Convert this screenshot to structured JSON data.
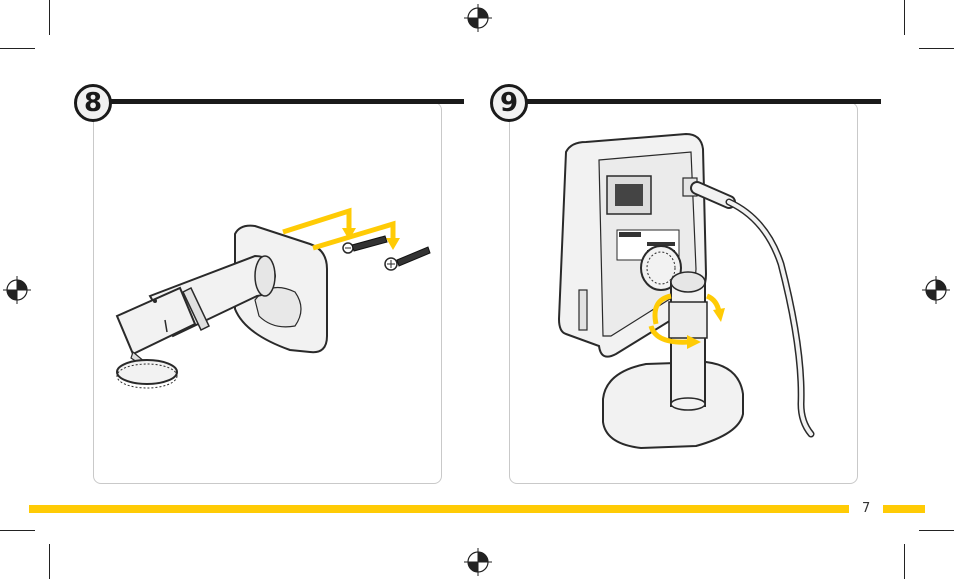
{
  "steps": [
    {
      "number": "8",
      "illustration": "wall-mount-screw-installation"
    },
    {
      "number": "9",
      "illustration": "camera-attach-to-mount"
    }
  ],
  "footer": {
    "page_number": "7"
  },
  "colors": {
    "accent": "#ffcb05",
    "rule": "#1a1a1a",
    "panel_border": "#c9c9c9",
    "illustration_fill": "#f2f2f2",
    "illustration_stroke": "#2a2a2a"
  },
  "icons": [
    "registration-mark-icon",
    "crop-mark-icon",
    "screw-icon",
    "arrow-icon",
    "rotate-arrow-icon"
  ]
}
